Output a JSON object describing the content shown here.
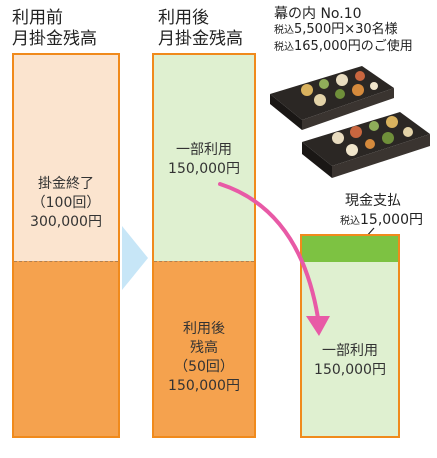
{
  "columns": {
    "before": {
      "heading_line1": "利用前",
      "heading_line2": "月掛金残高"
    },
    "after": {
      "heading_line1": "利用後",
      "heading_line2": "月掛金残高"
    }
  },
  "before_bar": {
    "label_line1": "掛金終了",
    "label_line2": "（100回）",
    "label_line3": "300,000円"
  },
  "after_bar": {
    "used_line1": "一部利用",
    "used_line2": "150,000円",
    "remain_line1": "利用後",
    "remain_line2": "残高",
    "remain_line3": "（50回）",
    "remain_line4": "150,000円"
  },
  "product": {
    "name": "幕の内 No.10",
    "price_tax_prefix": "税込",
    "price_line": "5,500円×30名様",
    "total_tax_prefix": "税込",
    "total_line": "165,000円のご使用"
  },
  "cash": {
    "label": "現金支払",
    "tax_prefix": "税込",
    "amount": "15,000円"
  },
  "used_bar": {
    "line1": "一部利用",
    "line2": "150,000円"
  },
  "colors": {
    "orange_border": "#f08a1c",
    "orange_fill": "#f5a24e",
    "light_orange_fill": "#fbe4cf",
    "light_green_fill": "#dff0d0",
    "green_fill": "#7dc242",
    "arrow_pink": "#e85aa6",
    "chevron_blue": "#c7e6f7"
  }
}
